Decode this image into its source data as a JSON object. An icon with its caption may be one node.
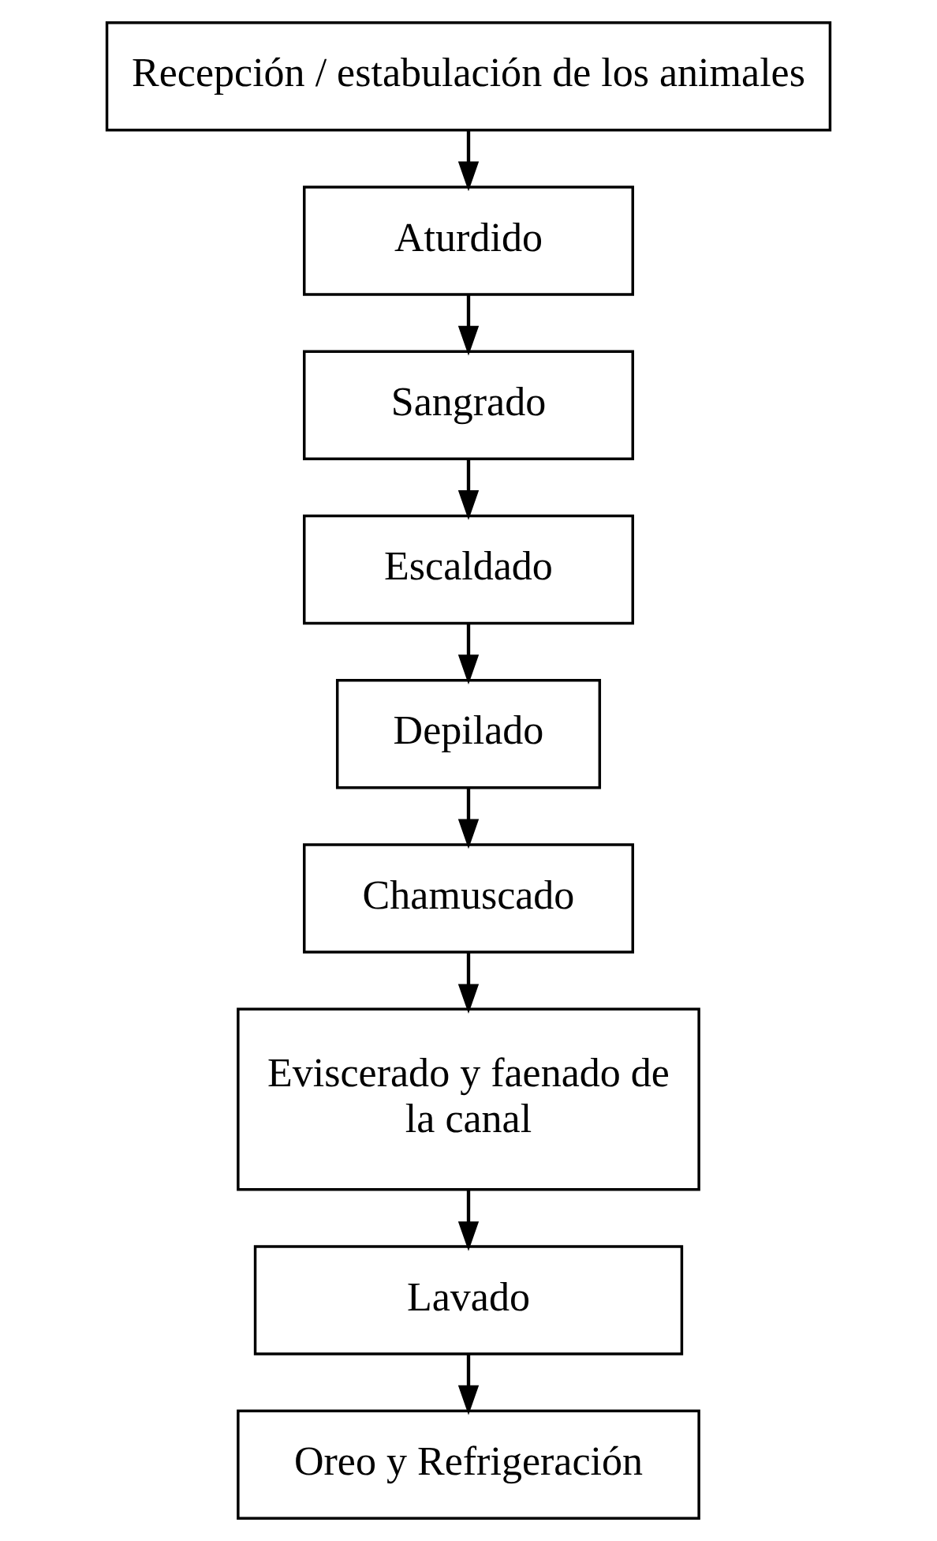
{
  "diagram": {
    "nodes": [
      {
        "text": [
          "Recepción / estabulación de los animales"
        ]
      },
      {
        "text": [
          "Aturdido"
        ]
      },
      {
        "text": [
          "Sangrado"
        ]
      },
      {
        "text": [
          "Escaldado"
        ]
      },
      {
        "text": [
          "Depilado"
        ]
      },
      {
        "text": [
          "Chamuscado"
        ]
      },
      {
        "text": [
          "Eviscerado y faenado de la canal"
        ]
      },
      {
        "text": [
          "Lavado"
        ]
      },
      {
        "text": [
          "Oreo y Refrigeración"
        ]
      }
    ],
    "edges": [
      {
        "from": 0,
        "to": 1,
        "arrow": "to"
      },
      {
        "from": 1,
        "to": 2,
        "arrow": "to"
      },
      {
        "from": 2,
        "to": 3,
        "arrow": "to"
      },
      {
        "from": 3,
        "to": 4,
        "arrow": "to"
      },
      {
        "from": 4,
        "to": 5,
        "arrow": "to"
      },
      {
        "from": 5,
        "to": 6,
        "arrow": "to"
      },
      {
        "from": 6,
        "to": 7,
        "arrow": "to"
      },
      {
        "from": 7,
        "to": 8,
        "arrow": "to"
      }
    ]
  }
}
